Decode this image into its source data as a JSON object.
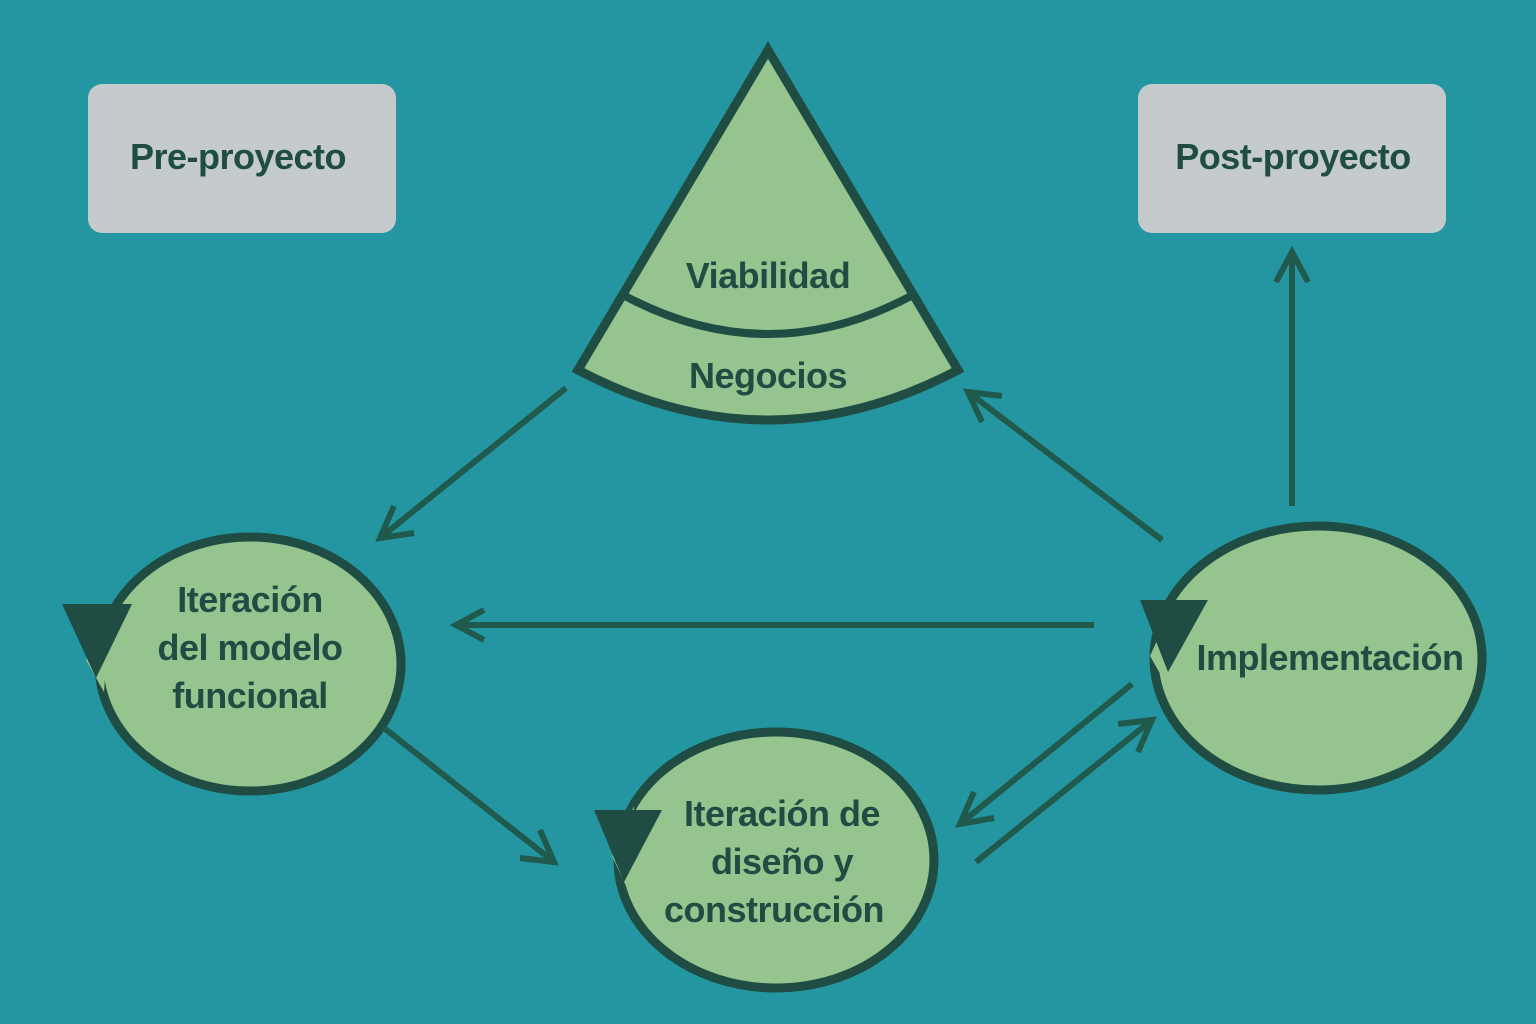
{
  "colors": {
    "background": "#2496a2",
    "box_fill": "#c5cacc",
    "node_fill": "#95c48f",
    "outline": "#1f4d43"
  },
  "boxes": {
    "pre": "Pre-proyecto",
    "post": "Post-proyecto"
  },
  "cone": {
    "top": "Viabilidad",
    "bottom": "Negocios"
  },
  "nodes": {
    "functional": [
      "Iteración",
      "del modelo",
      "funcional"
    ],
    "design": [
      "Iteración de",
      "diseño y",
      "construcción"
    ],
    "implementation": [
      "Implementación"
    ]
  }
}
